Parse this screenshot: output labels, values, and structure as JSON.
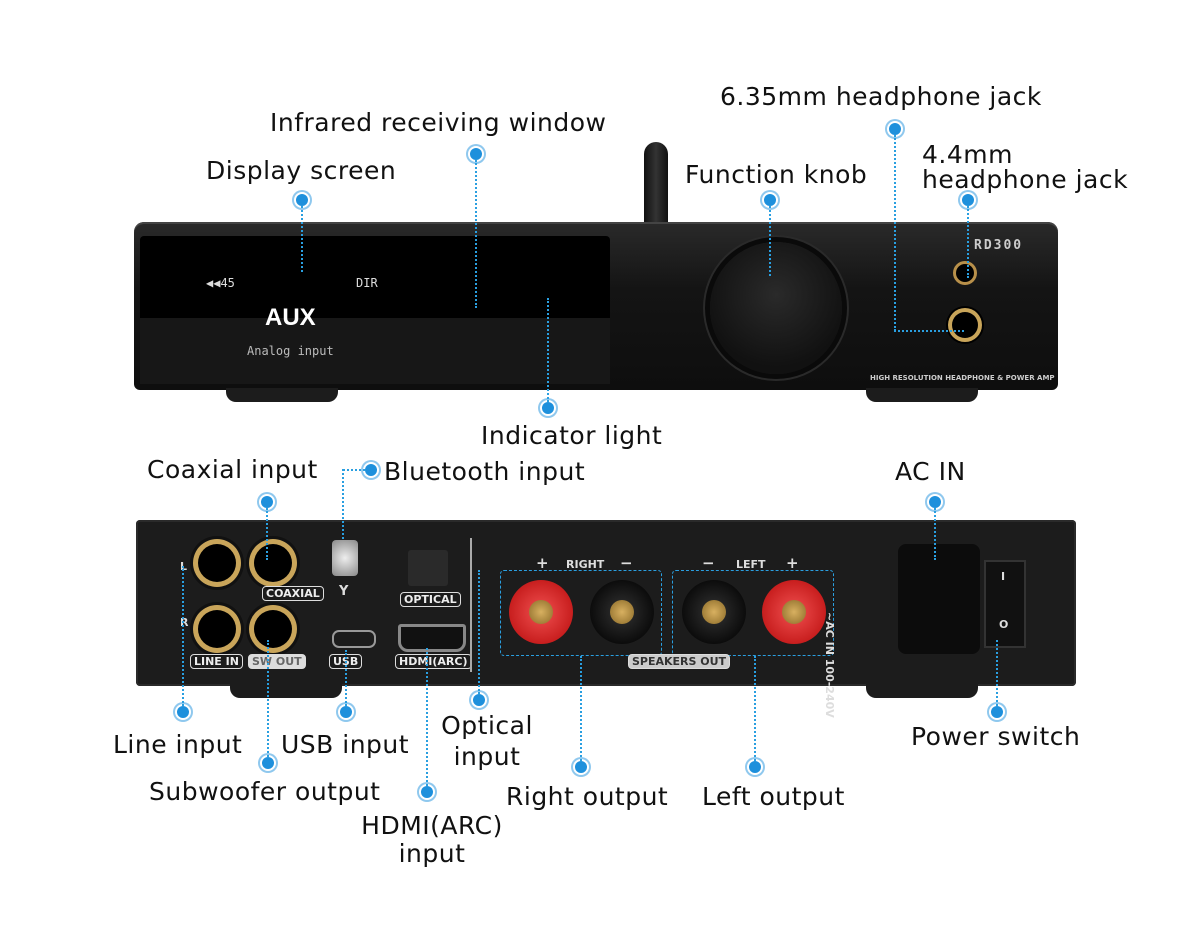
{
  "front_labels": {
    "display_screen": "Display screen",
    "infrared_window": "Infrared receiving window",
    "indicator_light": "Indicator light",
    "function_knob": "Function knob",
    "jack_635_mm": "6.35mm headphone jack",
    "jack_44_line1": "4.4mm",
    "jack_44_line2": "headphone jack"
  },
  "front_panel": {
    "volume_readout": "◀◀45",
    "mode_readout": "DIR",
    "source": "AUX",
    "source_desc": "Analog input",
    "model_logo": "RD300",
    "tagline": "HIGH RESOLUTION HEADPHONE & POWER AMP"
  },
  "rear_labels": {
    "coaxial_input": "Coaxial input",
    "bluetooth_input": "Bluetooth input",
    "ac_in": "AC IN",
    "line_input": "Line input",
    "usb_input": "USB input",
    "optical_line1": "Optical",
    "optical_line2": "input",
    "subwoofer_output": "Subwoofer output",
    "hdmi_line1": "HDMI(ARC)",
    "hdmi_line2": "input",
    "right_output": "Right output",
    "left_output": "Left output",
    "power_switch": "Power switch"
  },
  "rear_panel": {
    "coaxial_tag": "COAXIAL",
    "line_in_tag": "LINE IN",
    "sw_out_tag": "SW OUT",
    "usb_tag": "USB",
    "optical_tag": "OPTICAL",
    "hdmi_tag": "HDMI(ARC)",
    "speakers_tag": "SPEAKERS OUT",
    "right_tag": "RIGHT",
    "left_tag": "LEFT",
    "plus": "+",
    "minus": "−",
    "l_mark": "L",
    "r_mark": "R",
    "bt_mark": "Y",
    "ac_rating": "~AC IN 100-240V",
    "switch_on": "I",
    "switch_off": "O"
  },
  "colors": {
    "accent": "#1e90dc",
    "plus_post": "#c81e1e",
    "gold": "#c9a55a"
  }
}
